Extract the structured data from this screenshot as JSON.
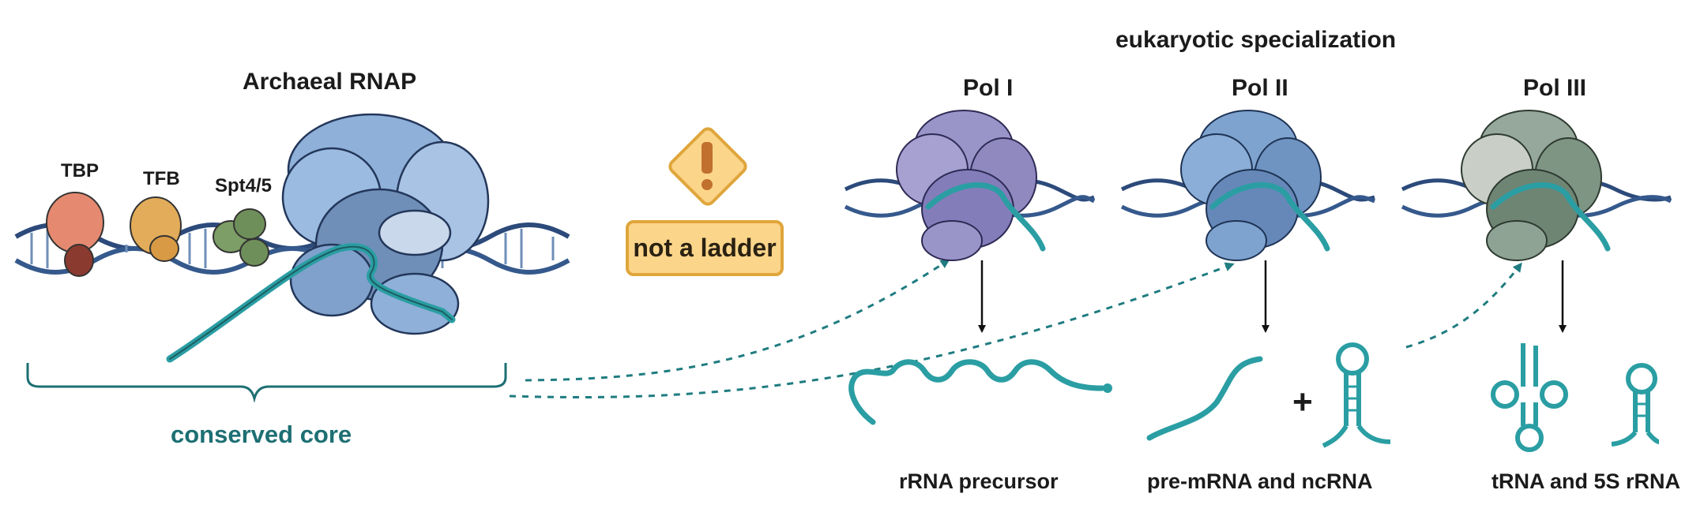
{
  "title": "eukaryotic specialization",
  "archaeal": {
    "label": "Archaeal RNAP",
    "factors": [
      {
        "name": "TBP",
        "color": "#e58a70"
      },
      {
        "name": "TFB",
        "color": "#e3ac5a"
      },
      {
        "name": "Spt4/5",
        "color": "#7d9e66"
      }
    ],
    "color": "#8fb0d8"
  },
  "core_label": "conserved core",
  "warning": {
    "icon": "warning-triangle-icon",
    "text": "not a ladder",
    "color": "#fbd58a"
  },
  "polymerases": [
    {
      "name": "Pol I",
      "color": "#9a95c8",
      "product": "rRNA precursor"
    },
    {
      "name": "Pol II",
      "color": "#7ea3cf",
      "product": "pre-mRNA and ncRNA"
    },
    {
      "name": "Pol III",
      "color": "#95a89b",
      "product": "tRNA and 5S rRNA"
    }
  ],
  "plus_sign": "+",
  "colors": {
    "dna": "#2c4a7a",
    "rna": "#2a9ea3",
    "connector": "#1f7c80"
  }
}
